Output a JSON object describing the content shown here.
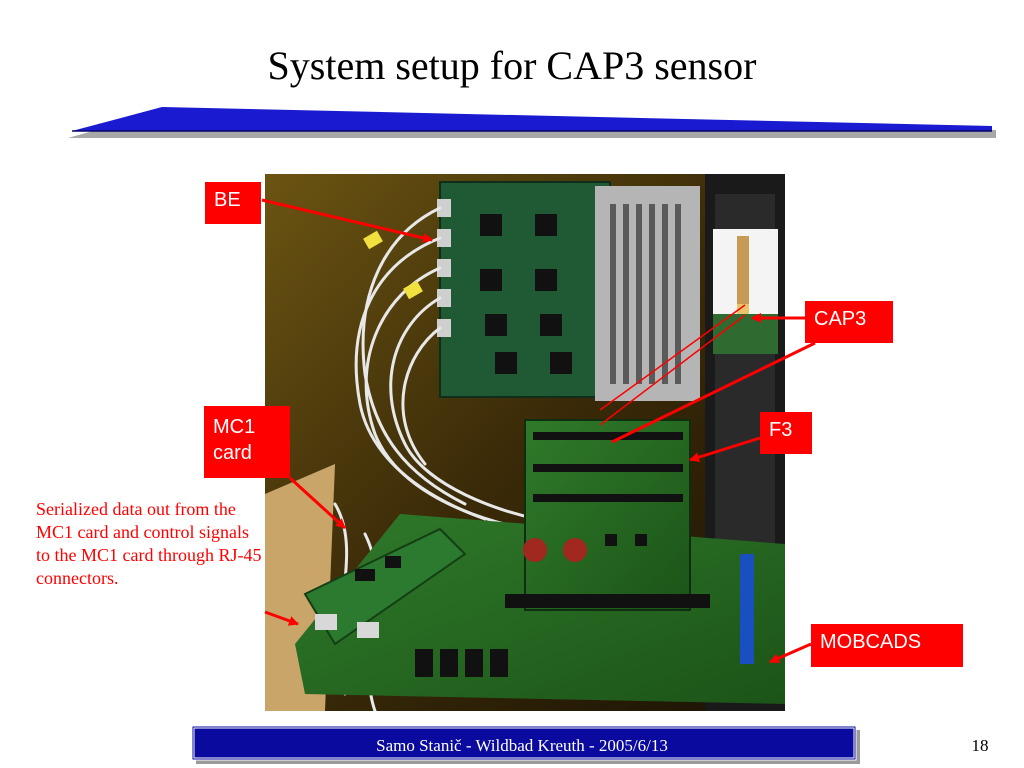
{
  "slide": {
    "title": "System setup for CAP3 sensor"
  },
  "labels": {
    "be": "BE",
    "mc1_line1": "MC1",
    "mc1_line2": "card",
    "cap3": "CAP3",
    "f3": "F3",
    "mobcads": "MOBCADS"
  },
  "caption": {
    "text": "Serialized data out from the MC1 card and control signals to the MC1 card through RJ-45 connectors."
  },
  "footer": {
    "text": "Samo Stanič - Wildbad Kreuth - 2005/6/13",
    "page_number": "18"
  },
  "colors": {
    "accent_blue": "#1a1ad0",
    "footer_blue": "#0a0a9e",
    "label_red": "#ff0000",
    "bar_gray": "#a8a8a8"
  }
}
